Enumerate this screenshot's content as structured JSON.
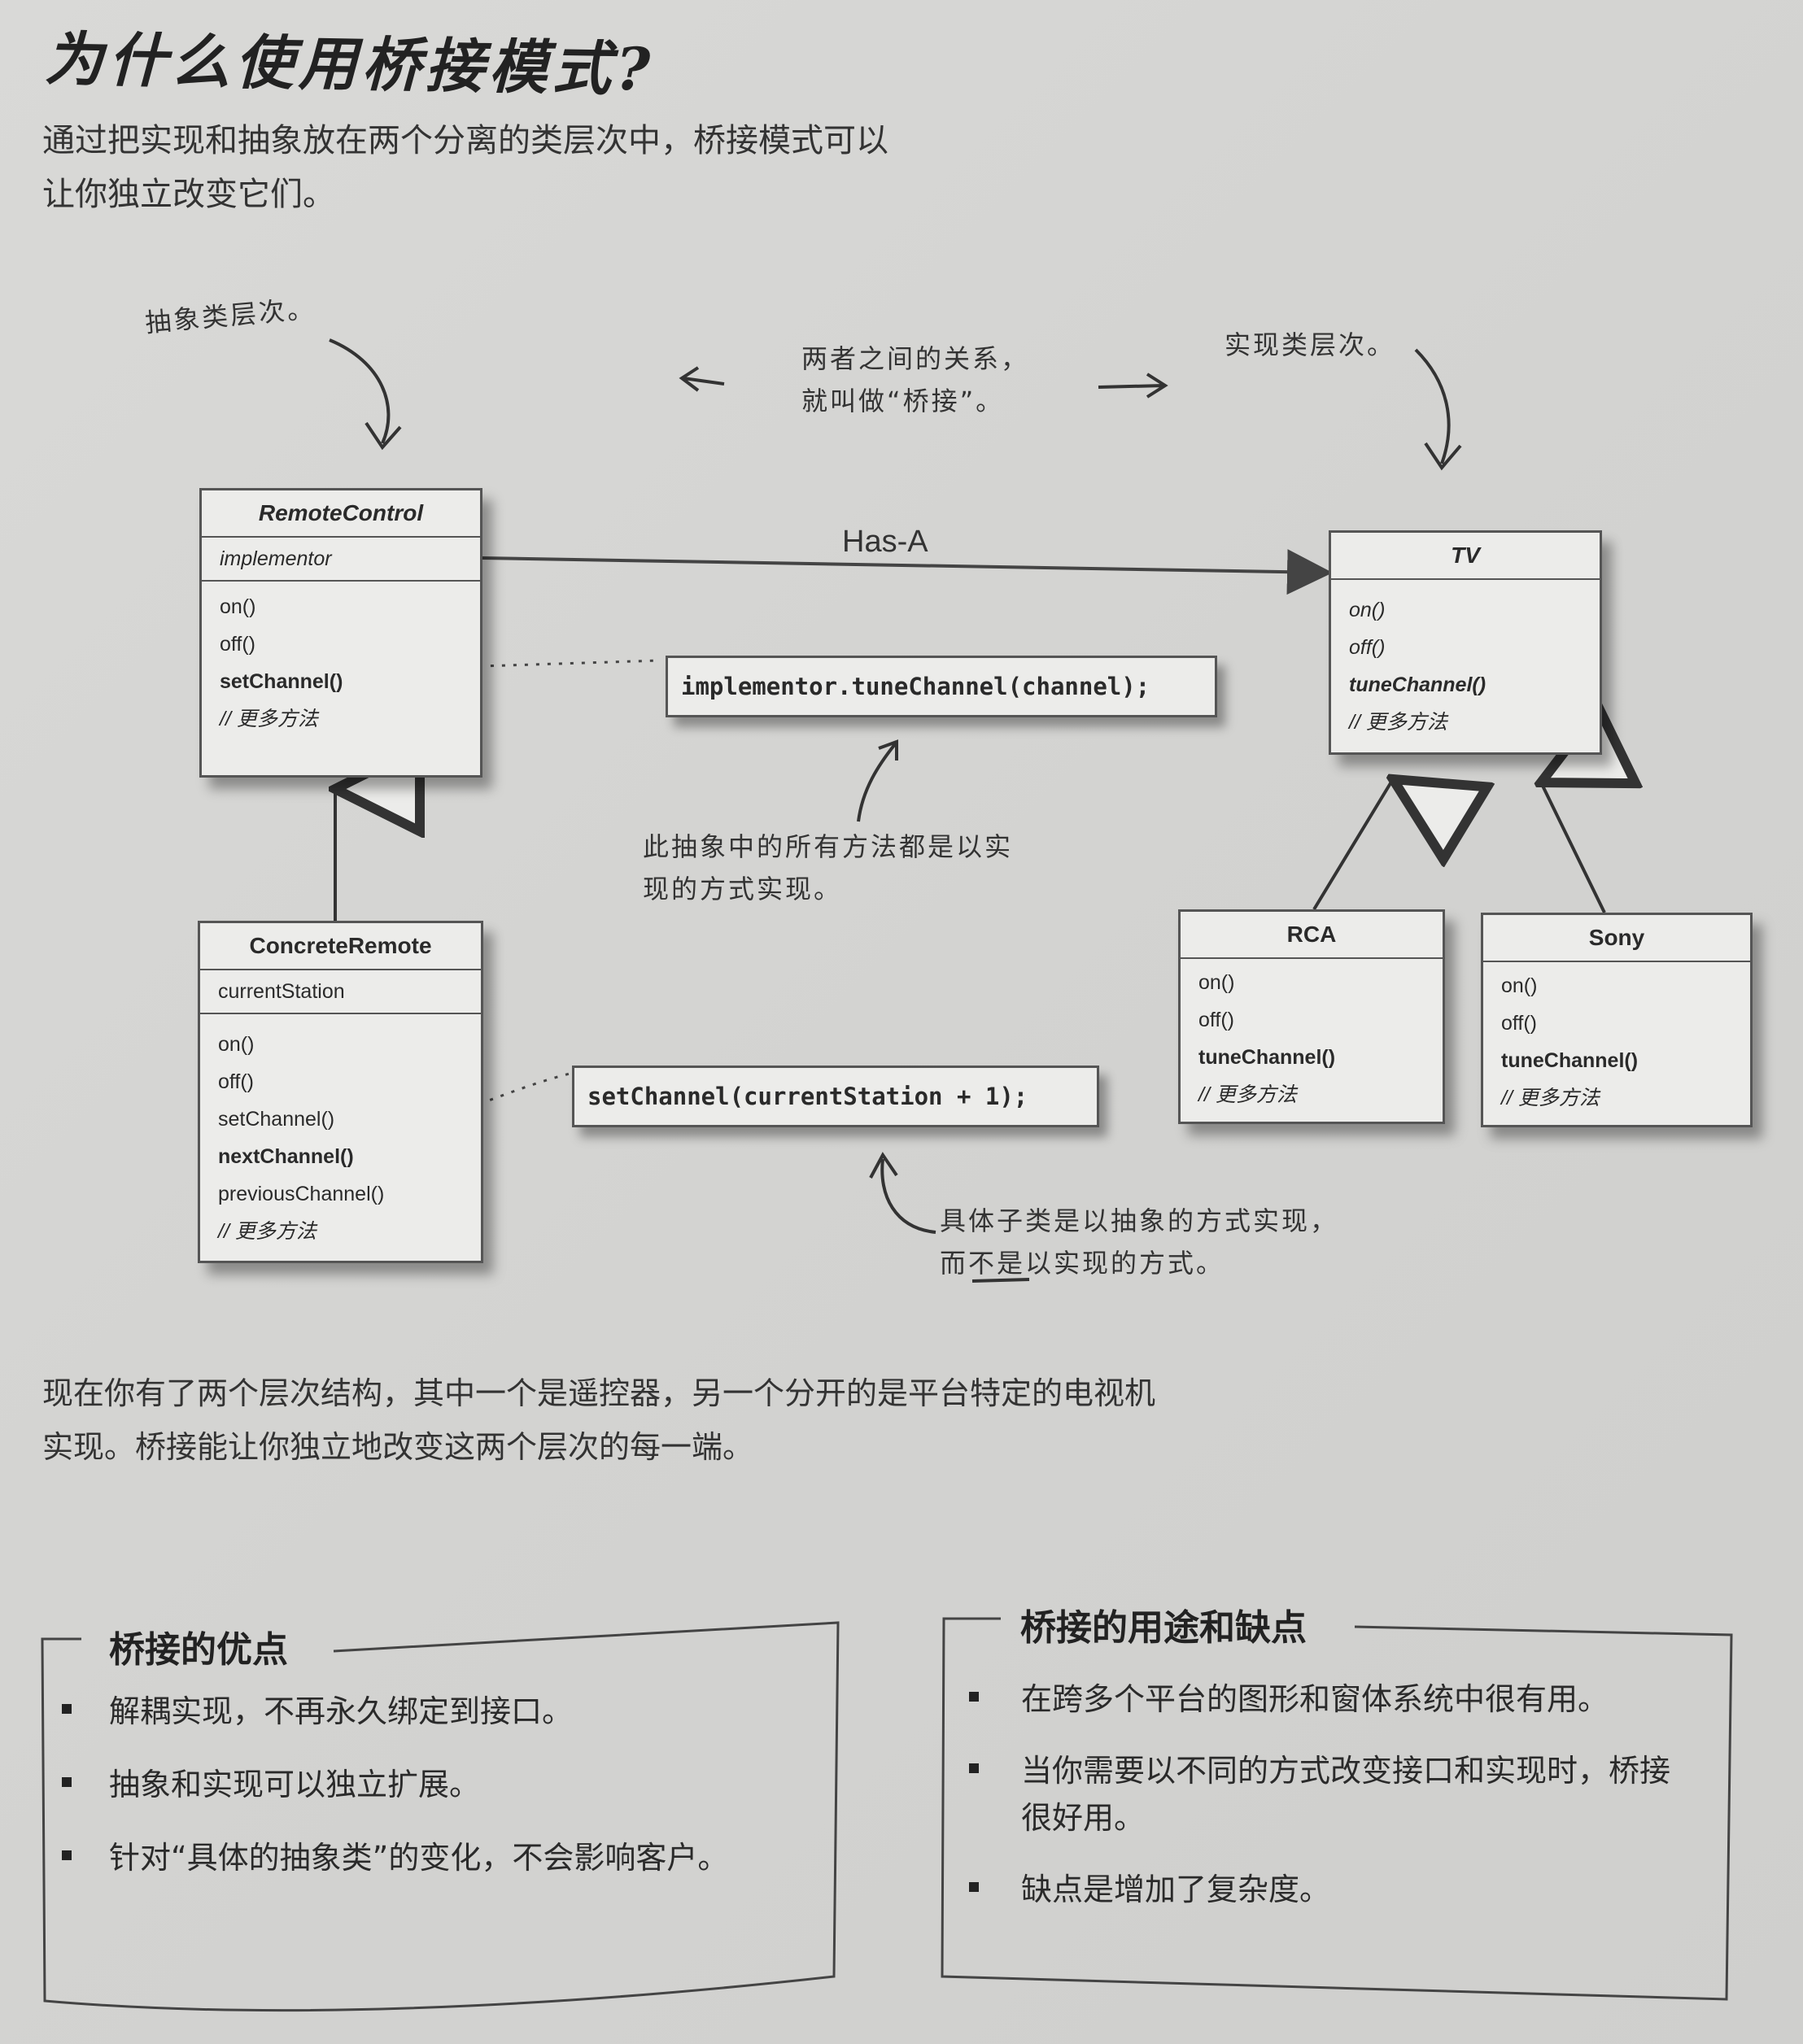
{
  "title": "为什么使用桥接模式?",
  "intro": [
    "通过把实现和抽象放在两个分离的类层次中，桥接模式可以",
    "让你独立改变它们。"
  ],
  "notes": {
    "abstraction_hierarchy": "抽象类层次。",
    "relation": [
      "两者之间的关系，",
      "就叫做“桥接”。"
    ],
    "implementation_hierarchy": "实现类层次。",
    "methods_note": [
      "此抽象中的所有方法都是以实",
      "现的方式实现。"
    ],
    "subclass_note": [
      "具体子类是以抽象的方式实现，",
      "而不是以实现的方式。"
    ]
  },
  "diagram": {
    "has_a_label": "Has-A",
    "remote_control": {
      "name": "RemoteControl",
      "attribute": "implementor",
      "methods": [
        "on()",
        "off()",
        "setChannel()",
        "// 更多方法"
      ]
    },
    "concrete_remote": {
      "name": "ConcreteRemote",
      "attribute": "currentStation",
      "methods": [
        "on()",
        "off()",
        "setChannel()",
        "nextChannel()",
        "previousChannel()",
        "// 更多方法"
      ]
    },
    "tv": {
      "name": "TV",
      "methods": [
        "on()",
        "off()",
        "tuneChannel()",
        "// 更多方法"
      ]
    },
    "rca": {
      "name": "RCA",
      "methods": [
        "on()",
        "off()",
        "tuneChannel()",
        "// 更多方法"
      ]
    },
    "sony": {
      "name": "Sony",
      "methods": [
        "on()",
        "off()",
        "tuneChannel()",
        "// 更多方法"
      ]
    },
    "code_implementor": "implementor.tuneChannel(channel);",
    "code_concrete": "setChannel(currentStation + 1);"
  },
  "summary": [
    "现在你有了两个层次结构，其中一个是遥控器，另一个分开的是平台特定的电视机",
    "实现。桥接能让你独立地改变这两个层次的每一端。"
  ],
  "benefits": {
    "title": "桥接的优点",
    "items": [
      "解耦实现，不再永久绑定到接口。",
      "抽象和实现可以独立扩展。",
      "针对“具体的抽象类”的变化，不会影响客户。"
    ]
  },
  "uses": {
    "title": "桥接的用途和缺点",
    "items": [
      "在跨多个平台的图形和窗体系统中很有用。",
      "当你需要以不同的方式改变接口和实现时，桥接很好用。",
      "缺点是增加了复杂度。"
    ]
  }
}
